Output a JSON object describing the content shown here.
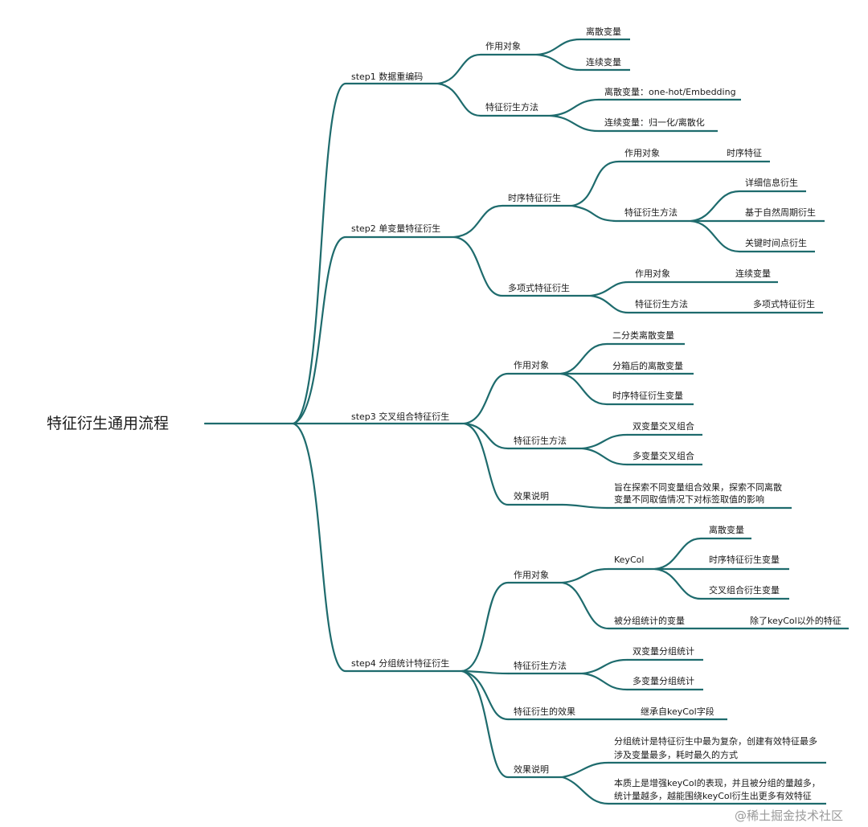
{
  "root": "特征衍生通用流程",
  "step1": {
    "title": "step1 数据重编码",
    "target": "作用对象",
    "target_items": [
      "离散变量",
      "连续变量"
    ],
    "method": "特征衍生方法",
    "method_items": [
      "离散变量：one-hot/Embedding",
      "连续变量：归一化/离散化"
    ]
  },
  "step2": {
    "title": "step2 单变量特征衍生",
    "timeseries": {
      "title": "时序特征衍生",
      "target": "作用对象",
      "target_value": "时序特征",
      "method": "特征衍生方法",
      "method_items": [
        "详细信息衍生",
        "基于自然周期衍生",
        "关键时间点衍生"
      ]
    },
    "poly": {
      "title": "多项式特征衍生",
      "target": "作用对象",
      "target_value": "连续变量",
      "method": "特征衍生方法",
      "method_value": "多项式特征衍生"
    }
  },
  "step3": {
    "title": "step3 交叉组合特征衍生",
    "target": "作用对象",
    "target_items": [
      "二分类离散变量",
      "分箱后的离散变量",
      "时序特征衍生变量"
    ],
    "method": "特征衍生方法",
    "method_items": [
      "双变量交叉组合",
      "多变量交叉组合"
    ],
    "effect": "效果说明",
    "effect_lines": [
      "旨在探索不同变量组合效果，探索不同离散",
      "变量不同取值情况下对标签取值的影响"
    ]
  },
  "step4": {
    "title": "step4 分组统计特征衍生",
    "target": "作用对象",
    "keycol": "KeyCol",
    "keycol_items": [
      "离散变量",
      "时序特征衍生变量",
      "交叉组合衍生变量"
    ],
    "grouped": "被分组统计的变量",
    "grouped_value": "除了keyCol以外的特征",
    "method": "特征衍生方法",
    "method_items": [
      "双变量分组统计",
      "多变量分组统计"
    ],
    "result": "特征衍生的效果",
    "result_value": "继承自keyCol字段",
    "effect": "效果说明",
    "effect_block1": [
      "分组统计是特征衍生中最为复杂，创建有效特征最多",
      "涉及变量最多，耗时最久的方式"
    ],
    "effect_block2": [
      "本质上是增强keyCol的表现，并且被分组的量越多，",
      "统计量越多，越能围绕keyCol衍生出更多有效特征"
    ]
  },
  "watermark": "@稀土掘金技术社区",
  "colors": {
    "branch": "#1e6b6d",
    "text": "#1a1a1a",
    "watermark": "#9a9a9a"
  }
}
